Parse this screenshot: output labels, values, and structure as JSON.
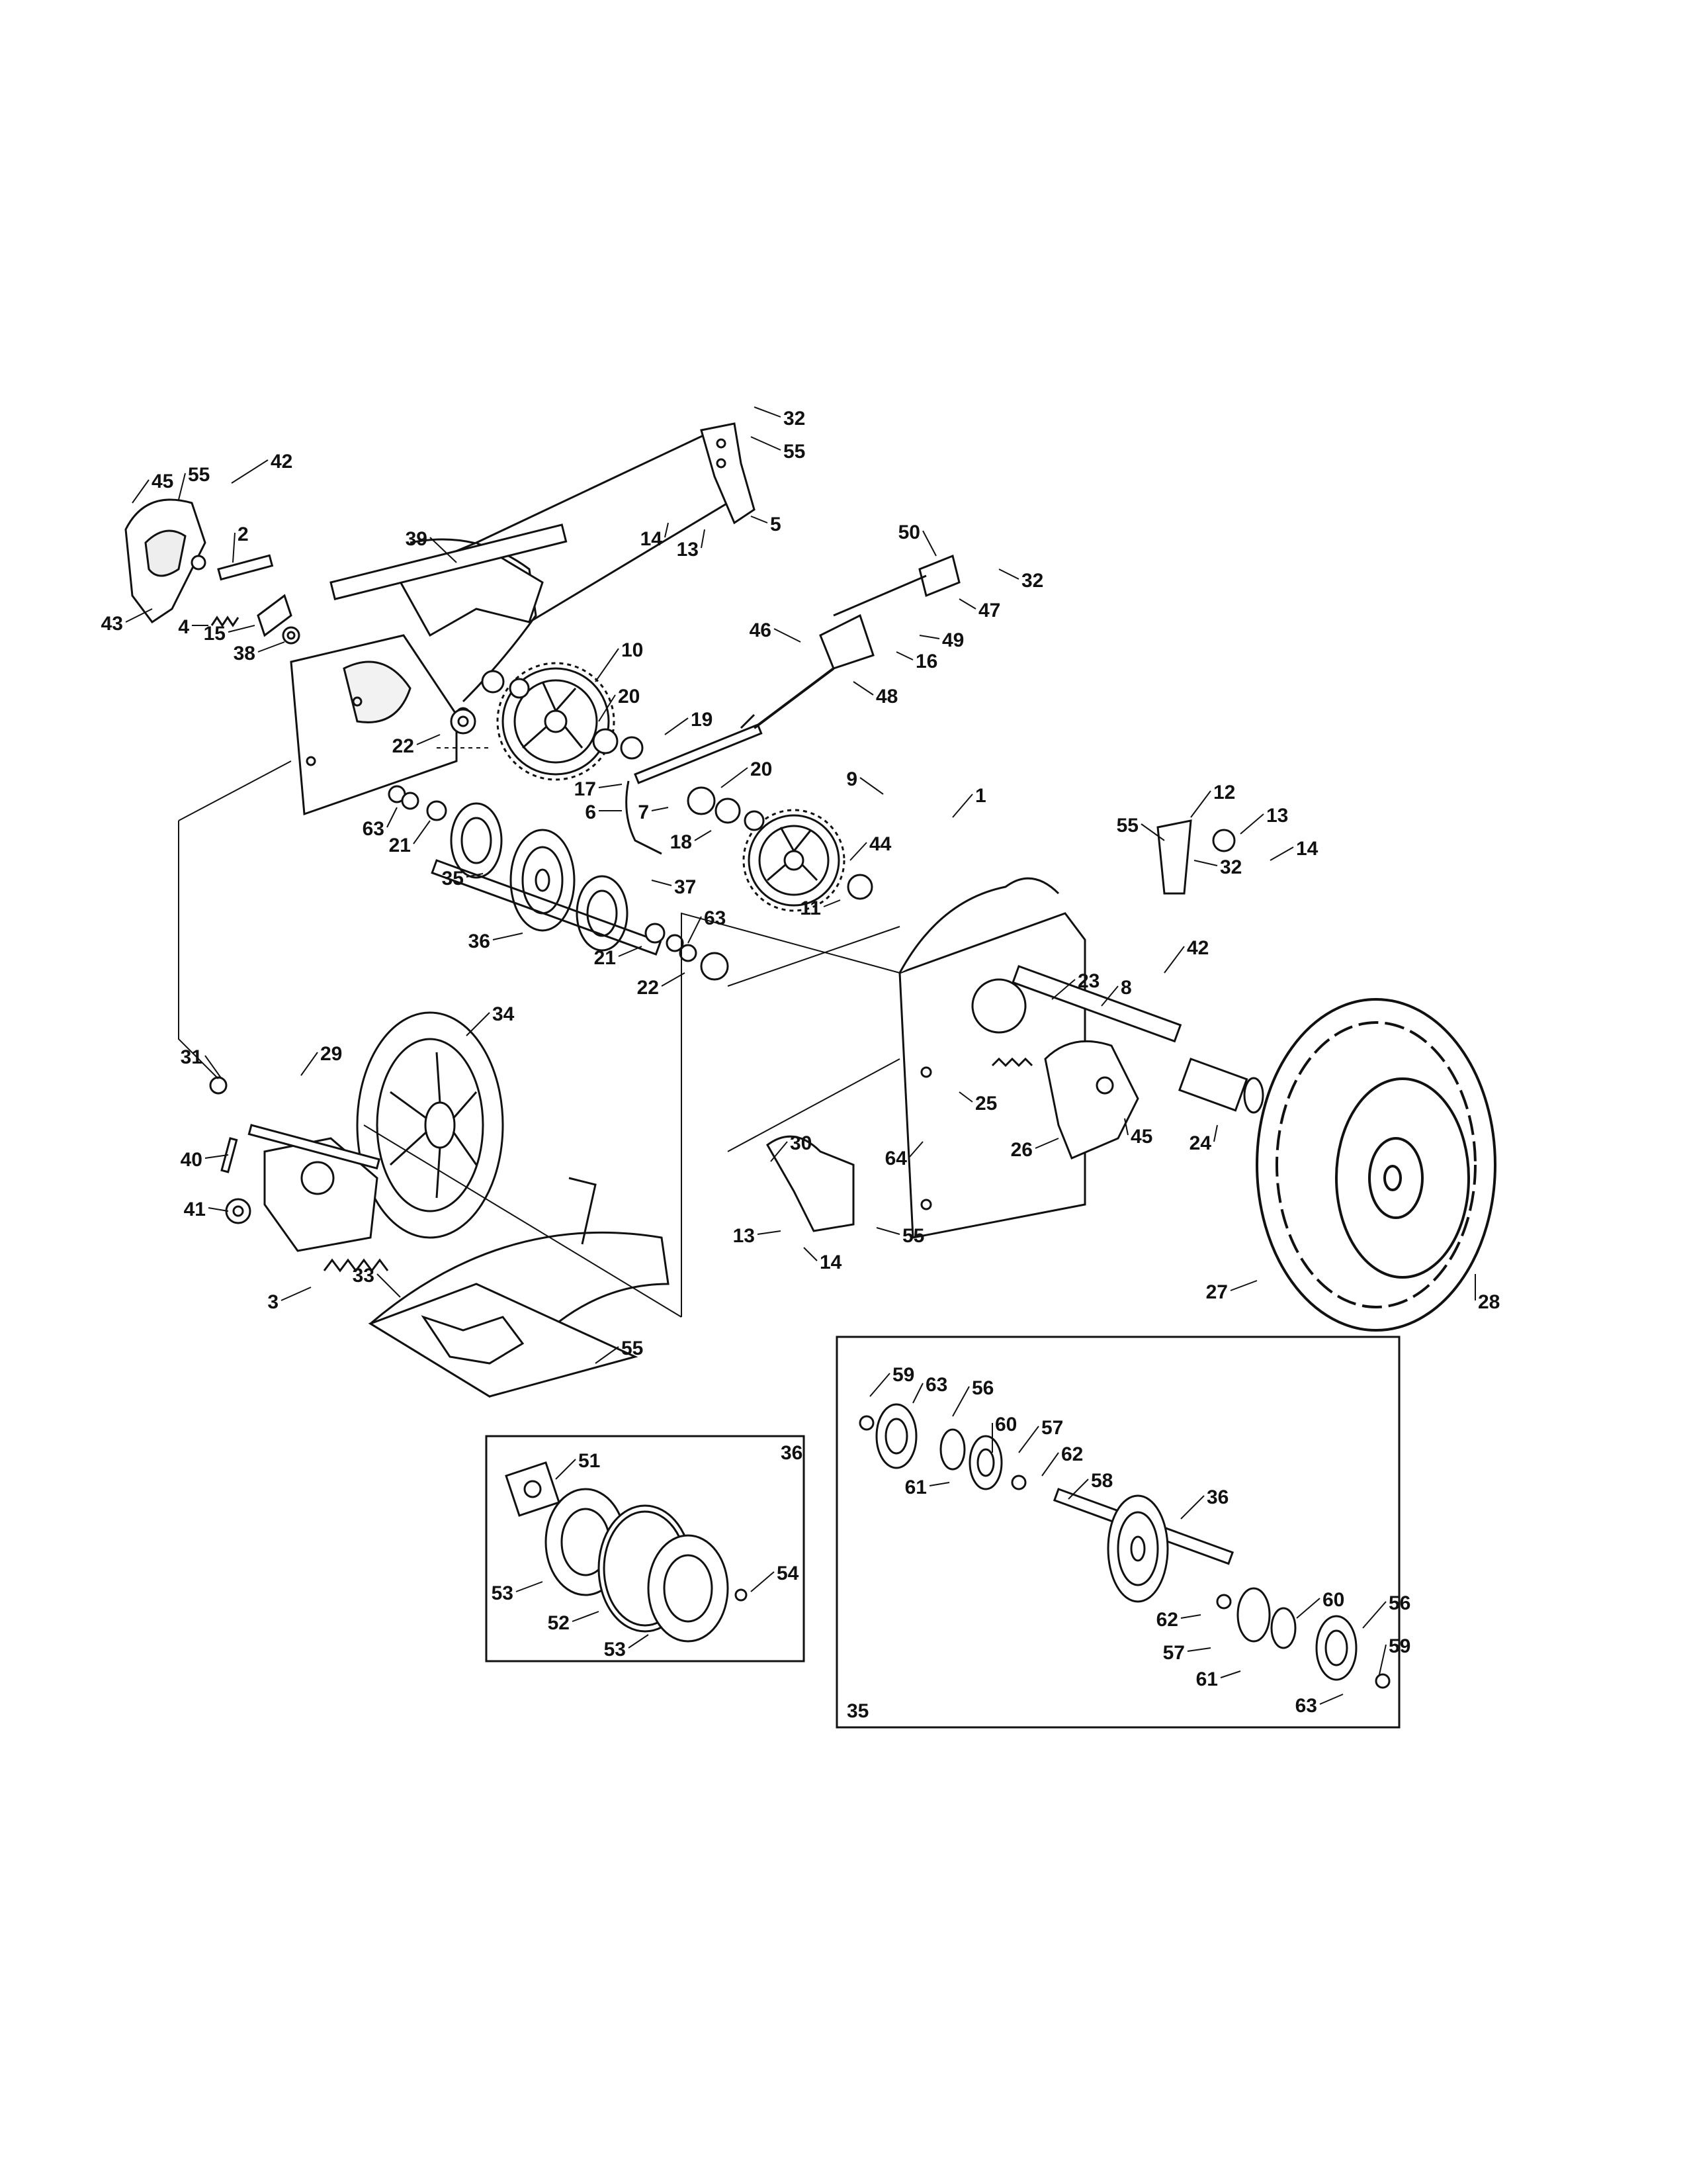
{
  "labels": {
    "c1": "1",
    "c2": "2",
    "c3": "3",
    "c4": "4",
    "c5": "5",
    "c6": "6",
    "c7": "7",
    "c8": "8",
    "c9": "9",
    "c10": "10",
    "c11": "11",
    "c12": "12",
    "c13": "13",
    "c14": "14",
    "c15": "15",
    "c16": "16",
    "c17": "17",
    "c18": "18",
    "c19": "19",
    "c20": "20",
    "c21": "21",
    "c22": "22",
    "c23": "23",
    "c24": "24",
    "c25": "25",
    "c26": "26",
    "c27": "27",
    "c28": "28",
    "c29": "29",
    "c30": "30",
    "c31": "31",
    "c32": "32",
    "c33": "33",
    "c34": "34",
    "c35": "35",
    "c36": "36",
    "c37": "37",
    "c38": "38",
    "c39": "39",
    "c40": "40",
    "c41": "41",
    "c42": "42",
    "c43": "43",
    "c44": "44",
    "c45": "45",
    "c46": "46",
    "c47": "47",
    "c48": "48",
    "c49": "49",
    "c50": "50",
    "c51": "51",
    "c52": "52",
    "c53": "53",
    "c54": "54",
    "c55": "55",
    "c56": "56",
    "c57": "57",
    "c58": "58",
    "c59": "59",
    "c60": "60",
    "c61": "61",
    "c62": "62",
    "c63": "63",
    "c64": "64"
  },
  "insets": {
    "friction_wheel_title": "36",
    "axle_assembly_title": "35"
  }
}
